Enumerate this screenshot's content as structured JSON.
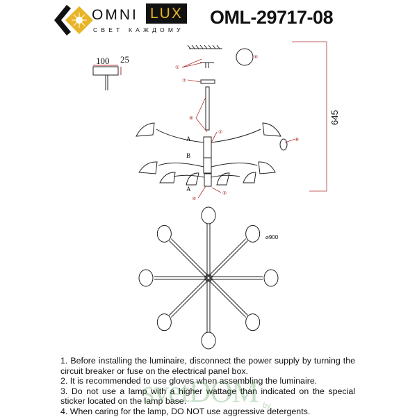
{
  "header": {
    "brand_left": "OMNI",
    "brand_right": "LUX",
    "tagline": "СВЕТ КАЖДОМУ",
    "model": "OML-29717-08",
    "accent_color": "#e8b526"
  },
  "diagram": {
    "canopy_width": "100",
    "canopy_height": "25",
    "overall_height": "645",
    "diameter": "⌀900",
    "arm_label_a_top": "A",
    "arm_label_b": "B",
    "arm_label_a_bottom": "A",
    "callouts": [
      "①",
      "⑦",
      "⑥",
      "⑧",
      "②",
      "⑧",
      "④",
      "⑤"
    ],
    "dimension_color": "#b03030"
  },
  "notes": [
    "1. Before installing the luminaire, disconnect the power supply by turning the circuit breaker or fuse on the electrical panel box.",
    "2. It is recommended to use gloves when assembling the luminaire.",
    "3. Do not use a lamp with a higher wattage than indicated on the special sticker located on the lamp base.",
    "4. When caring for the lamp, DO NOT use aggressive detergents."
  ],
  "watermark": {
    "name": "svetDOM",
    "suffix": "by"
  }
}
